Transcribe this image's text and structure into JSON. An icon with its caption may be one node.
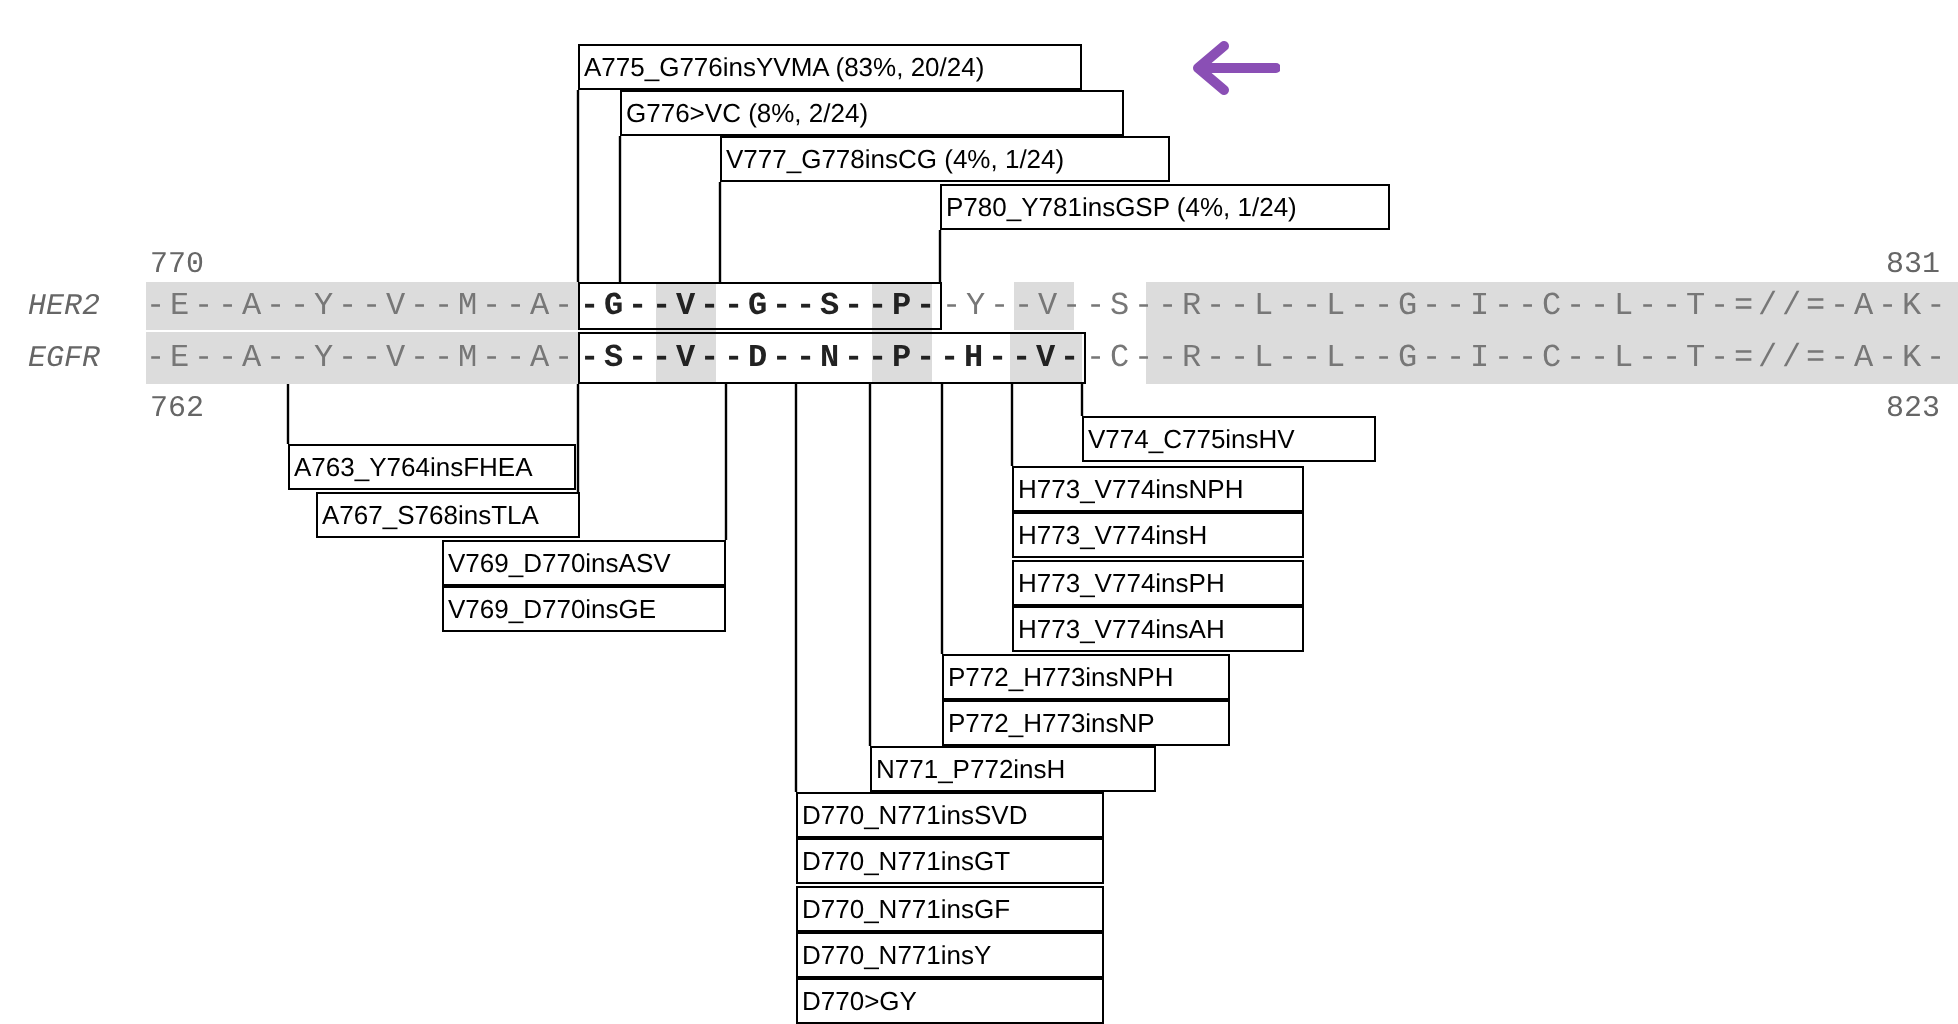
{
  "diagram": {
    "nodes": [
      {
        "text": [
          "A775_G776insYVMA (83%, 20/24)"
        ]
      },
      {
        "text": [
          "G776>VC (8%, 2/24)"
        ]
      },
      {
        "text": [
          "V777_G778insCG (4%, 1/24)"
        ]
      },
      {
        "text": [
          "P780_Y781insGSP (4%, 1/24)"
        ]
      },
      {
        "text": [
          "-E--A--Y--V--M--A-"
        ]
      },
      {
        "text": [
          "-G--V--G--S--P-"
        ]
      },
      {
        "text": [
          "-Y--V--S--R--L--L--G--I--C--L--T-=//=-A-K-"
        ]
      },
      {
        "text": [
          "-E--A--Y--V--M--A-"
        ]
      },
      {
        "text": [
          "-S--V--D--N--P--H--V-"
        ]
      },
      {
        "text": [
          "-C--R--L--L--G--I--C--L--T-=//=-A-K-"
        ]
      },
      {
        "text": [
          "V774_C775insHV"
        ]
      },
      {
        "text": [
          "A763_Y764insFHEA"
        ]
      },
      {
        "text": [
          "H773_V774insNPH"
        ]
      },
      {
        "text": [
          "H773_V774insH"
        ]
      },
      {
        "text": [
          "H773_V774insPH"
        ]
      },
      {
        "text": [
          "H773_V774insAH"
        ]
      },
      {
        "text": [
          "A767_S768insTLA"
        ]
      },
      {
        "text": [
          "V769_D770insASV"
        ]
      },
      {
        "text": [
          "V769_D770insGE"
        ]
      },
      {
        "text": [
          "P772_H773insNPH"
        ]
      },
      {
        "text": [
          "P772_H773insNP"
        ]
      },
      {
        "text": [
          "N771_P772insH"
        ]
      },
      {
        "text": [
          "D770_N771insSVD"
        ]
      },
      {
        "text": [
          "D770_N771insGT"
        ]
      },
      {
        "text": [
          "D770_N771insGF"
        ]
      },
      {
        "text": [
          "D770_N771insY"
        ]
      },
      {
        "text": [
          "D770>GY"
        ]
      }
    ],
    "edges": [
      {
        "from": 0,
        "to": 5,
        "arrow": "none"
      },
      {
        "from": 1,
        "to": 5,
        "arrow": "none"
      },
      {
        "from": 2,
        "to": 5,
        "arrow": "none"
      },
      {
        "from": 3,
        "to": 5,
        "arrow": "none"
      },
      {
        "from": 11,
        "to": 7,
        "arrow": "none"
      },
      {
        "from": 16,
        "to": 8,
        "arrow": "none"
      },
      {
        "from": 17,
        "to": 8,
        "arrow": "none"
      },
      {
        "from": 22,
        "to": 8,
        "arrow": "none"
      },
      {
        "from": 21,
        "to": 8,
        "arrow": "none"
      },
      {
        "from": 19,
        "to": 8,
        "arrow": "none"
      },
      {
        "from": 12,
        "to": 8,
        "arrow": "none"
      },
      {
        "from": 10,
        "to": 8,
        "arrow": "none"
      }
    ],
    "labels": [
      "770",
      "831",
      "HER2",
      "EGFR",
      "762",
      "823"
    ]
  }
}
